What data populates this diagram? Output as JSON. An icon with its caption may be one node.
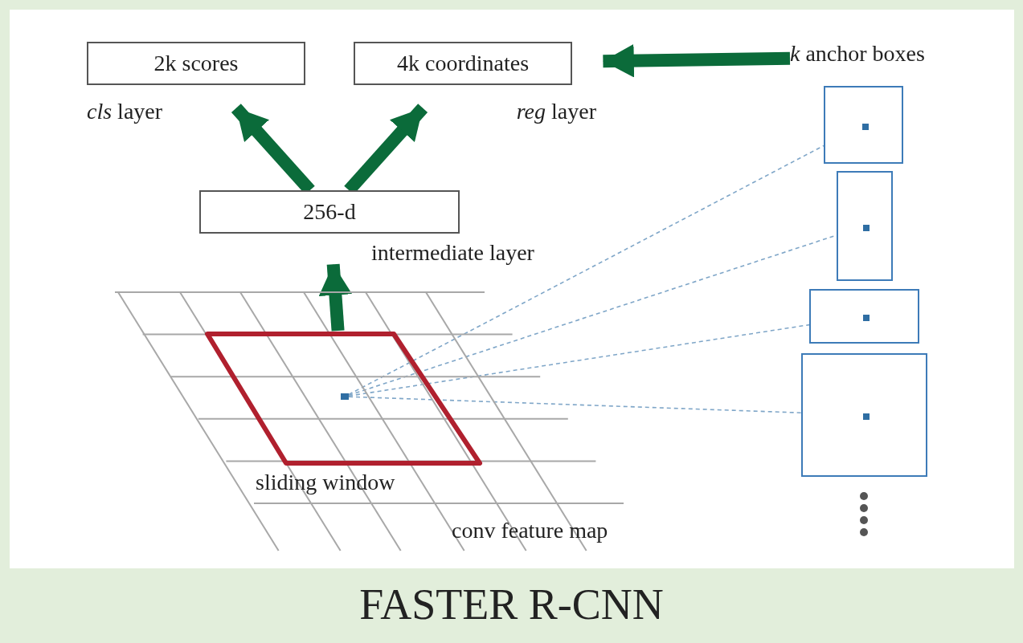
{
  "diagram": {
    "caption": "FASTER R-CNN",
    "nodes": [
      {
        "text": [
          "2k scores"
        ],
        "beside": [
          "*cls* layer"
        ]
      },
      {
        "text": [
          "4k coordinates"
        ],
        "beside": [
          "*reg* layer"
        ]
      },
      {
        "text": [
          "256-d"
        ],
        "beside": [
          "intermediate layer"
        ]
      },
      {
        "text": [
          "conv feature map"
        ]
      },
      {
        "text": [
          "sliding window"
        ],
        "in": 3
      },
      {
        "text": [],
        "shape": "box",
        "in": 4
      },
      {
        "text": [
          "*k* anchor boxes"
        ]
      },
      {
        "text": [],
        "shape": "box"
      },
      {
        "text": [],
        "shape": "box"
      },
      {
        "text": [],
        "shape": "box"
      },
      {
        "text": [],
        "shape": "box"
      }
    ],
    "edges": [
      {
        "from": 2,
        "to": 0,
        "arrow": "to",
        "style": "thick",
        "color": "#0b6b3a"
      },
      {
        "from": 2,
        "to": 1,
        "arrow": "to",
        "style": "thick",
        "color": "#0b6b3a"
      },
      {
        "from": 4,
        "to": 2,
        "arrow": "to",
        "style": "thick",
        "color": "#0b6b3a"
      },
      {
        "from": 6,
        "to": 1,
        "arrow": "to",
        "style": "thick",
        "color": "#0b6b3a"
      },
      {
        "from": 5,
        "to": 7,
        "arrow": "none",
        "style": "dashed",
        "color": "#7fa6c8"
      },
      {
        "from": 5,
        "to": 8,
        "arrow": "none",
        "style": "dashed",
        "color": "#7fa6c8"
      },
      {
        "from": 5,
        "to": 9,
        "arrow": "none",
        "style": "dashed",
        "color": "#7fa6c8"
      },
      {
        "from": 5,
        "to": 10,
        "arrow": "none",
        "style": "dashed",
        "color": "#7fa6c8"
      }
    ]
  }
}
